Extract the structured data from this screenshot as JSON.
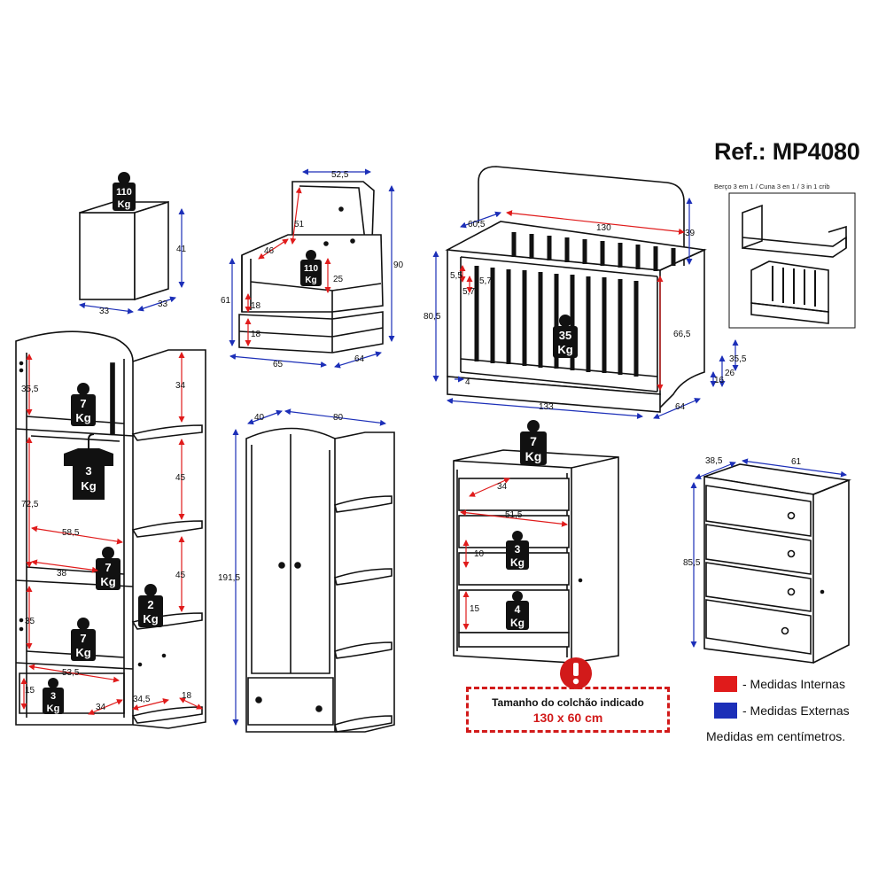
{
  "header": {
    "ref": "Ref.: MP4080",
    "crib_caption": "Berço 3 em 1 / Cuna 3 en 1 / 3 in 1 crib"
  },
  "colors": {
    "internal": "#e01b1b",
    "external": "#1c2fb8",
    "weight_tag": "#111111"
  },
  "weights": {
    "nightstand": [
      "110",
      "Kg"
    ],
    "armchair": [
      "110",
      "Kg"
    ],
    "crib": [
      "35",
      "Kg"
    ],
    "wardrobe_shelf_top": [
      "7",
      "Kg"
    ],
    "wardrobe_rail": [
      "3",
      "Kg"
    ],
    "wardrobe_shelf_mid": [
      "7",
      "Kg"
    ],
    "wardrobe_side": [
      "2",
      "Kg"
    ],
    "wardrobe_shelf_low": [
      "7",
      "Kg"
    ],
    "wardrobe_drawer": [
      "3",
      "Kg"
    ],
    "dresser_top": [
      "7",
      "Kg"
    ],
    "dresser_drawer_mid": [
      "3",
      "Kg"
    ],
    "dresser_drawer_low": [
      "4",
      "Kg"
    ]
  },
  "dims": {
    "ns_h": "41",
    "ns_w": "33",
    "ns_d": "33",
    "arm_top": "52,5",
    "arm_back": "51",
    "arm_seat": "46",
    "arm_arm": "25",
    "arm_61": "61",
    "arm_18a": "18",
    "arm_18b": "18",
    "arm_90": "90",
    "arm_65": "65",
    "arm_64": "64",
    "crib_605": "60,5",
    "crib_130": "130",
    "crib_39": "39",
    "crib_55": "5,5",
    "crib_57a": "5,7",
    "crib_57b": "5,7",
    "crib_805": "80,5",
    "crib_665": "66,5",
    "crib_355": "35,5",
    "crib_26": "26",
    "crib_16": "16",
    "crib_4": "4",
    "crib_133": "133",
    "crib_64": "64",
    "wr_355": "35,5",
    "wr_34": "34",
    "wr_725": "72,5",
    "wr_45a": "45",
    "wr_585": "58,5",
    "wr_38": "38",
    "wr_45b": "45",
    "wr_35": "35",
    "wr_535": "53,5",
    "wr_15": "15",
    "wr_34b": "34",
    "wr_345": "34,5",
    "wr_18": "18",
    "w2_40": "40",
    "w2_80": "80",
    "w2_1915": "191,5",
    "dr_34": "34",
    "dr_515": "51,5",
    "dr_10": "10",
    "dr_15": "15",
    "de_385": "38,5",
    "de_61": "61",
    "de_855": "85,5"
  },
  "note": {
    "line1": "Tamanho do colchão indicado",
    "line2": "130 x 60 cm"
  },
  "legend": {
    "internal": "- Medidas Internas",
    "external": "- Medidas Externas",
    "footer": "Medidas em centímetros."
  }
}
